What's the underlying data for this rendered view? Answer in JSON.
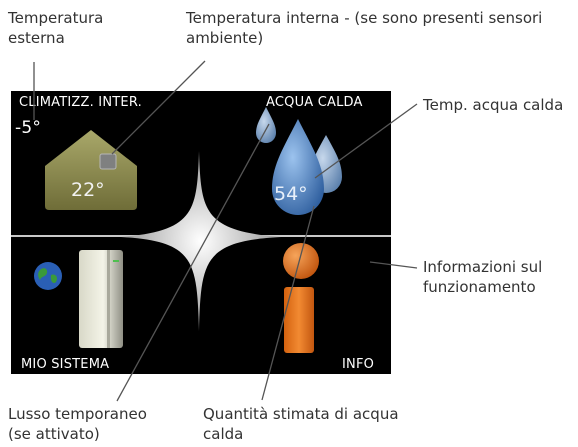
{
  "callouts": {
    "outdoor_temp": "Temperatura\nesterna",
    "indoor_temp": "Temperatura interna - (se sono presenti sensori\nambiente)",
    "hot_water_temp": "Temp. acqua calda",
    "operation_info": "Informazioni sul\nfunzionamento",
    "temporary_lux": "Lusso temporaneo\n(se attivato)",
    "estimated_hot_water": "Quantità stimata di acqua\ncalda"
  },
  "screen": {
    "quadrants": {
      "indoor_climate": "CLIMATIZZ. INTER.",
      "hot_water": "ACQUA CALDA",
      "my_system": "MIO SISTEMA",
      "info": "INFO"
    },
    "outdoor_value": "-5°",
    "indoor_value": "22°",
    "hot_water_value": "54°"
  },
  "icons": {
    "house": "house-icon",
    "water_drops": "water-drops-icon",
    "globe": "globe-icon",
    "heat_pump": "heat-pump-icon",
    "info": "info-icon",
    "star_selector": "selector-star-icon"
  },
  "colors": {
    "screen_bg": "#000000",
    "house": "#8b8a4b",
    "water": "#4f86c6",
    "info": "#e97a22"
  }
}
